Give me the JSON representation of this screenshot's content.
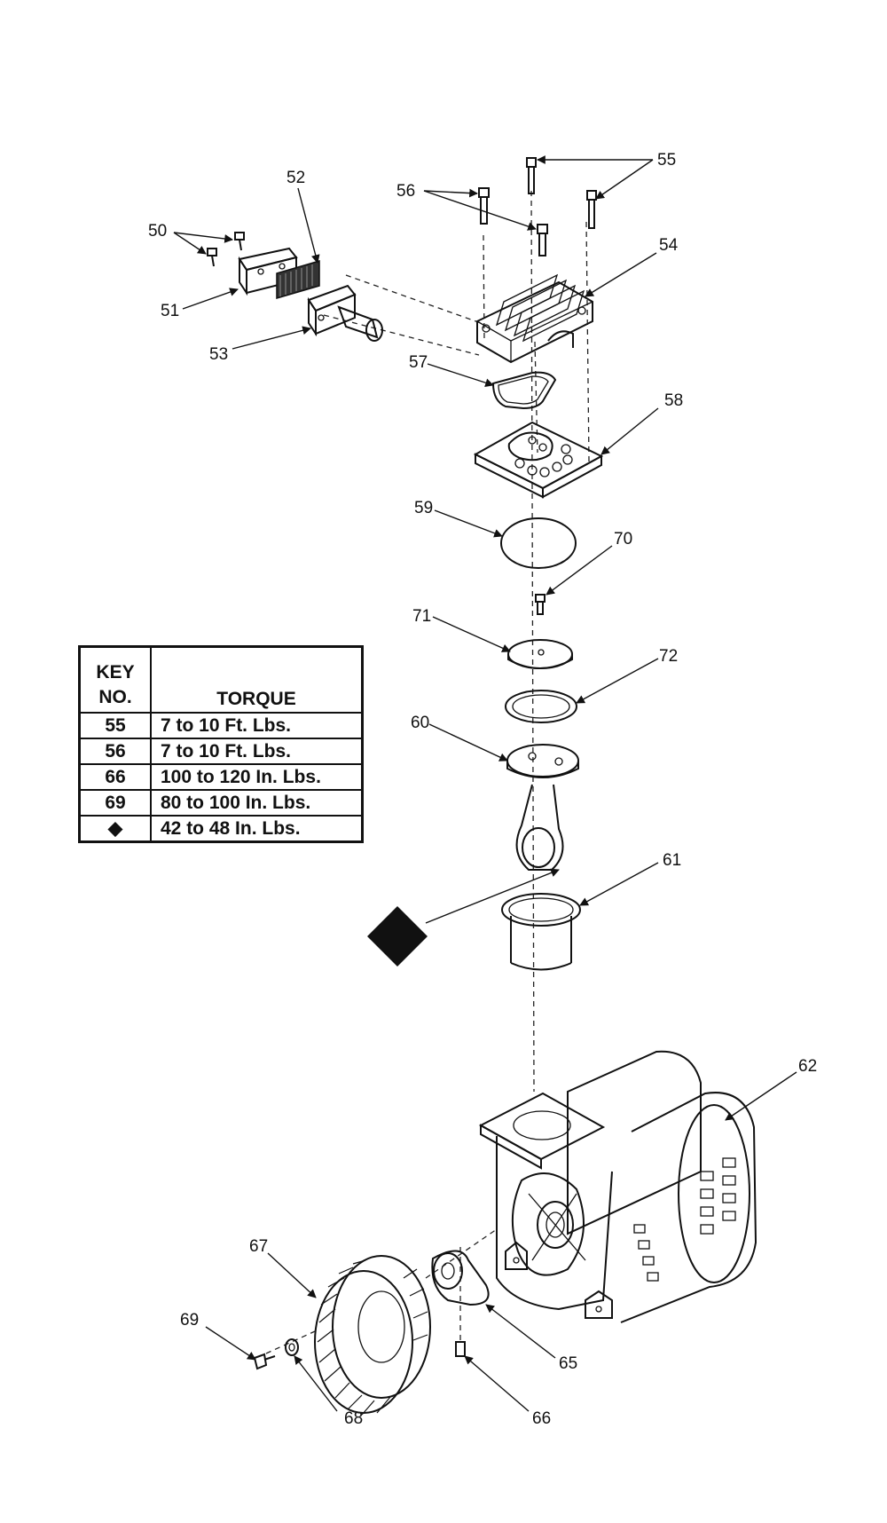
{
  "callouts": {
    "c50": "50",
    "c51": "51",
    "c52": "52",
    "c53": "53",
    "c54": "54",
    "c55": "55",
    "c56": "56",
    "c57": "57",
    "c58": "58",
    "c59": "59",
    "c60": "60",
    "c61": "61",
    "c62": "62",
    "c65": "65",
    "c66": "66",
    "c67": "67",
    "c68": "68",
    "c69": "69",
    "c70": "70",
    "c71": "71",
    "c72": "72"
  },
  "torque_table": {
    "header_key_line1": "KEY",
    "header_key_line2": "NO.",
    "header_torque": "TORQUE",
    "rows": [
      {
        "key": "55",
        "torque": "7 to 10 Ft. Lbs."
      },
      {
        "key": "56",
        "torque": "7 to 10 Ft. Lbs."
      },
      {
        "key": "66",
        "torque": "100 to 120 In. Lbs."
      },
      {
        "key": "69",
        "torque": "80 to 100 In. Lbs."
      },
      {
        "key": "◆",
        "torque": "42 to 48 In. Lbs."
      }
    ]
  },
  "icons": {
    "diamond_marker": "diamond-icon"
  },
  "colors": {
    "ink": "#111111",
    "background": "#ffffff"
  }
}
